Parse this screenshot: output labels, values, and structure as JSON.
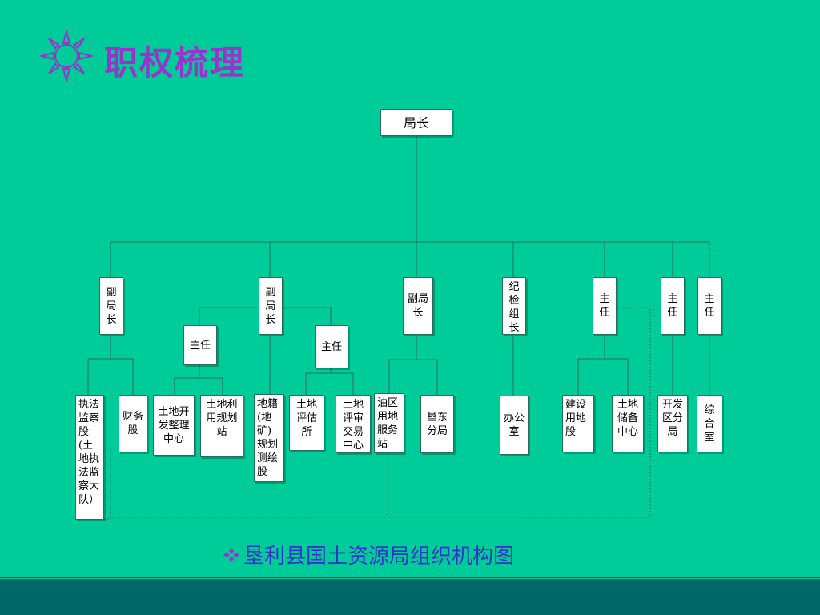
{
  "title": "职权梳理",
  "caption": "垦利县国土资源局组织机构图",
  "colors": {
    "background": "#00cc99",
    "title": "#9933cc",
    "caption": "#3333cc",
    "footer": "#006666"
  },
  "icons": {
    "title_icon": "sun-icon",
    "caption_icon": "diamond-bullet-icon"
  },
  "org": {
    "root": "局长",
    "level1": [
      "副局长",
      "副局长",
      "副局长",
      "纪检组长",
      "主任",
      "主任",
      "主任"
    ],
    "level2_directors": [
      "主任",
      "主任"
    ],
    "units": [
      "执法监察股(土地执法监察大队）",
      "财务股",
      "土地开发整理中心",
      "土地利用规划站",
      "地籍(地矿)规划测绘股",
      "土地评估所",
      "土地评审交易中心",
      "油区用地服务站",
      "垦东分局",
      "办公室",
      "建设用地股",
      "土地储备中心",
      "开发区分局",
      "综合室"
    ]
  }
}
